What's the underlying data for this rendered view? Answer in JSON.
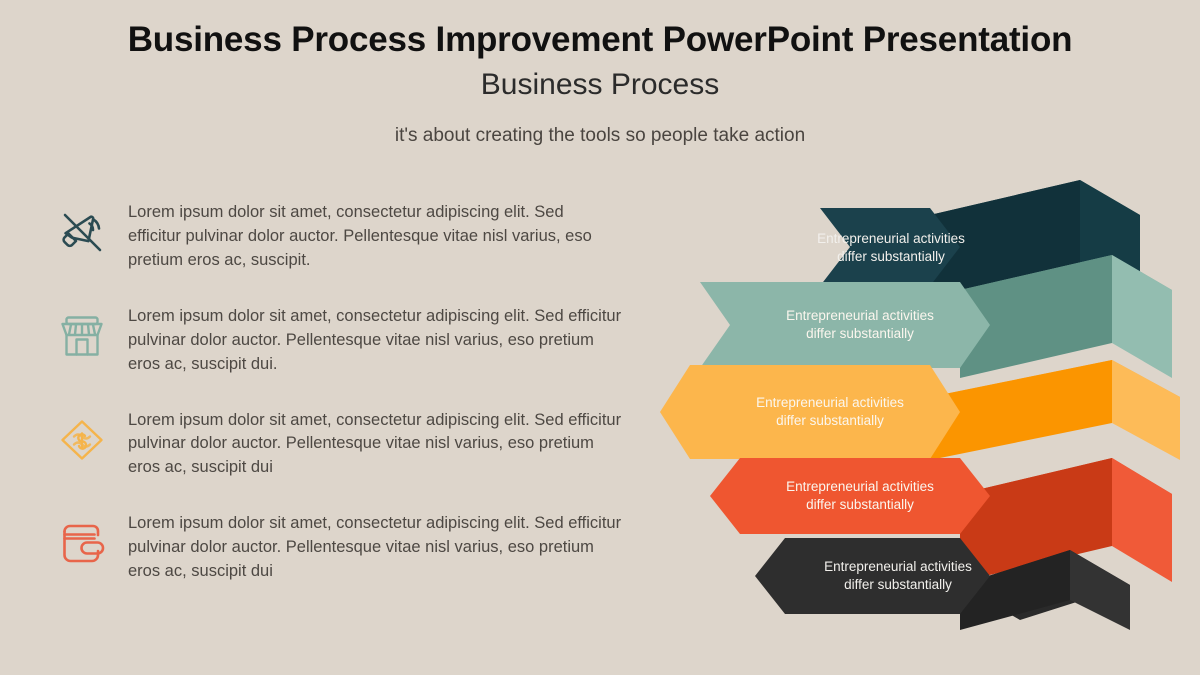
{
  "header": {
    "title": "Business Process Improvement PowerPoint Presentation",
    "subtitle": "Business Process",
    "tagline": "it's about creating the tools so people take action"
  },
  "bullets": [
    {
      "icon": "muted-speaker-icon",
      "color": "#2b4b52",
      "text": "Lorem ipsum dolor sit amet, consectetur adipiscing elit. Sed efficitur pulvinar dolor auctor. Pellentesque vitae nisl varius, eso pretium eros ac, suscipit."
    },
    {
      "icon": "storefront-icon",
      "color": "#85b0a3",
      "text": "Lorem ipsum dolor sit amet, consectetur adipiscing elit. Sed efficitur pulvinar dolor auctor. Pellentesque vitae nisl varius, eso pretium eros ac, suscipit dui."
    },
    {
      "icon": "banknote-dollar-icon",
      "color": "#f5b44b",
      "text": "Lorem ipsum dolor sit amet, consectetur adipiscing elit. Sed efficitur pulvinar dolor auctor. Pellentesque vitae nisl varius, eso pretium eros ac, suscipit dui"
    },
    {
      "icon": "wallet-icon",
      "color": "#e8654a",
      "text": "Lorem ipsum dolor sit amet, consectetur adipiscing elit. Sed efficitur pulvinar dolor auctor. Pellentesque vitae nisl varius, eso pretium eros ac, suscipit dui"
    }
  ],
  "diagram": {
    "type": "3d-stacked-chevron",
    "layers": [
      {
        "id": "layer-1",
        "line1": "Entrepreneurial activities",
        "line2": "differ substantially",
        "face": "#1b3f4a",
        "side_dark": "#12323c",
        "side_light": "#1b4a57"
      },
      {
        "id": "layer-2",
        "line1": "Entrepreneurial activities",
        "line2": "differ substantially",
        "face": "#8cb6a9",
        "side_dark": "#5f9184",
        "side_light": "#93bdb0"
      },
      {
        "id": "layer-3",
        "line1": "Entrepreneurial activities",
        "line2": "differ substantially",
        "face": "#fcb64c",
        "side_dark": "#fb9500",
        "side_light": "#fdbb58"
      },
      {
        "id": "layer-4",
        "line1": "Entrepreneurial activities",
        "line2": "differ substantially",
        "face": "#ef5630",
        "side_dark": "#c93a16",
        "side_light": "#f05a38"
      },
      {
        "id": "layer-5",
        "line1": "Entrepreneurial activities",
        "line2": "differ substantially",
        "face": "#2e2e2e",
        "side_dark": "#232323",
        "side_light": "#333333"
      }
    ]
  },
  "colors": {
    "background": "#ddd5cb",
    "title": "#111111",
    "body_text": "#4d4843"
  }
}
